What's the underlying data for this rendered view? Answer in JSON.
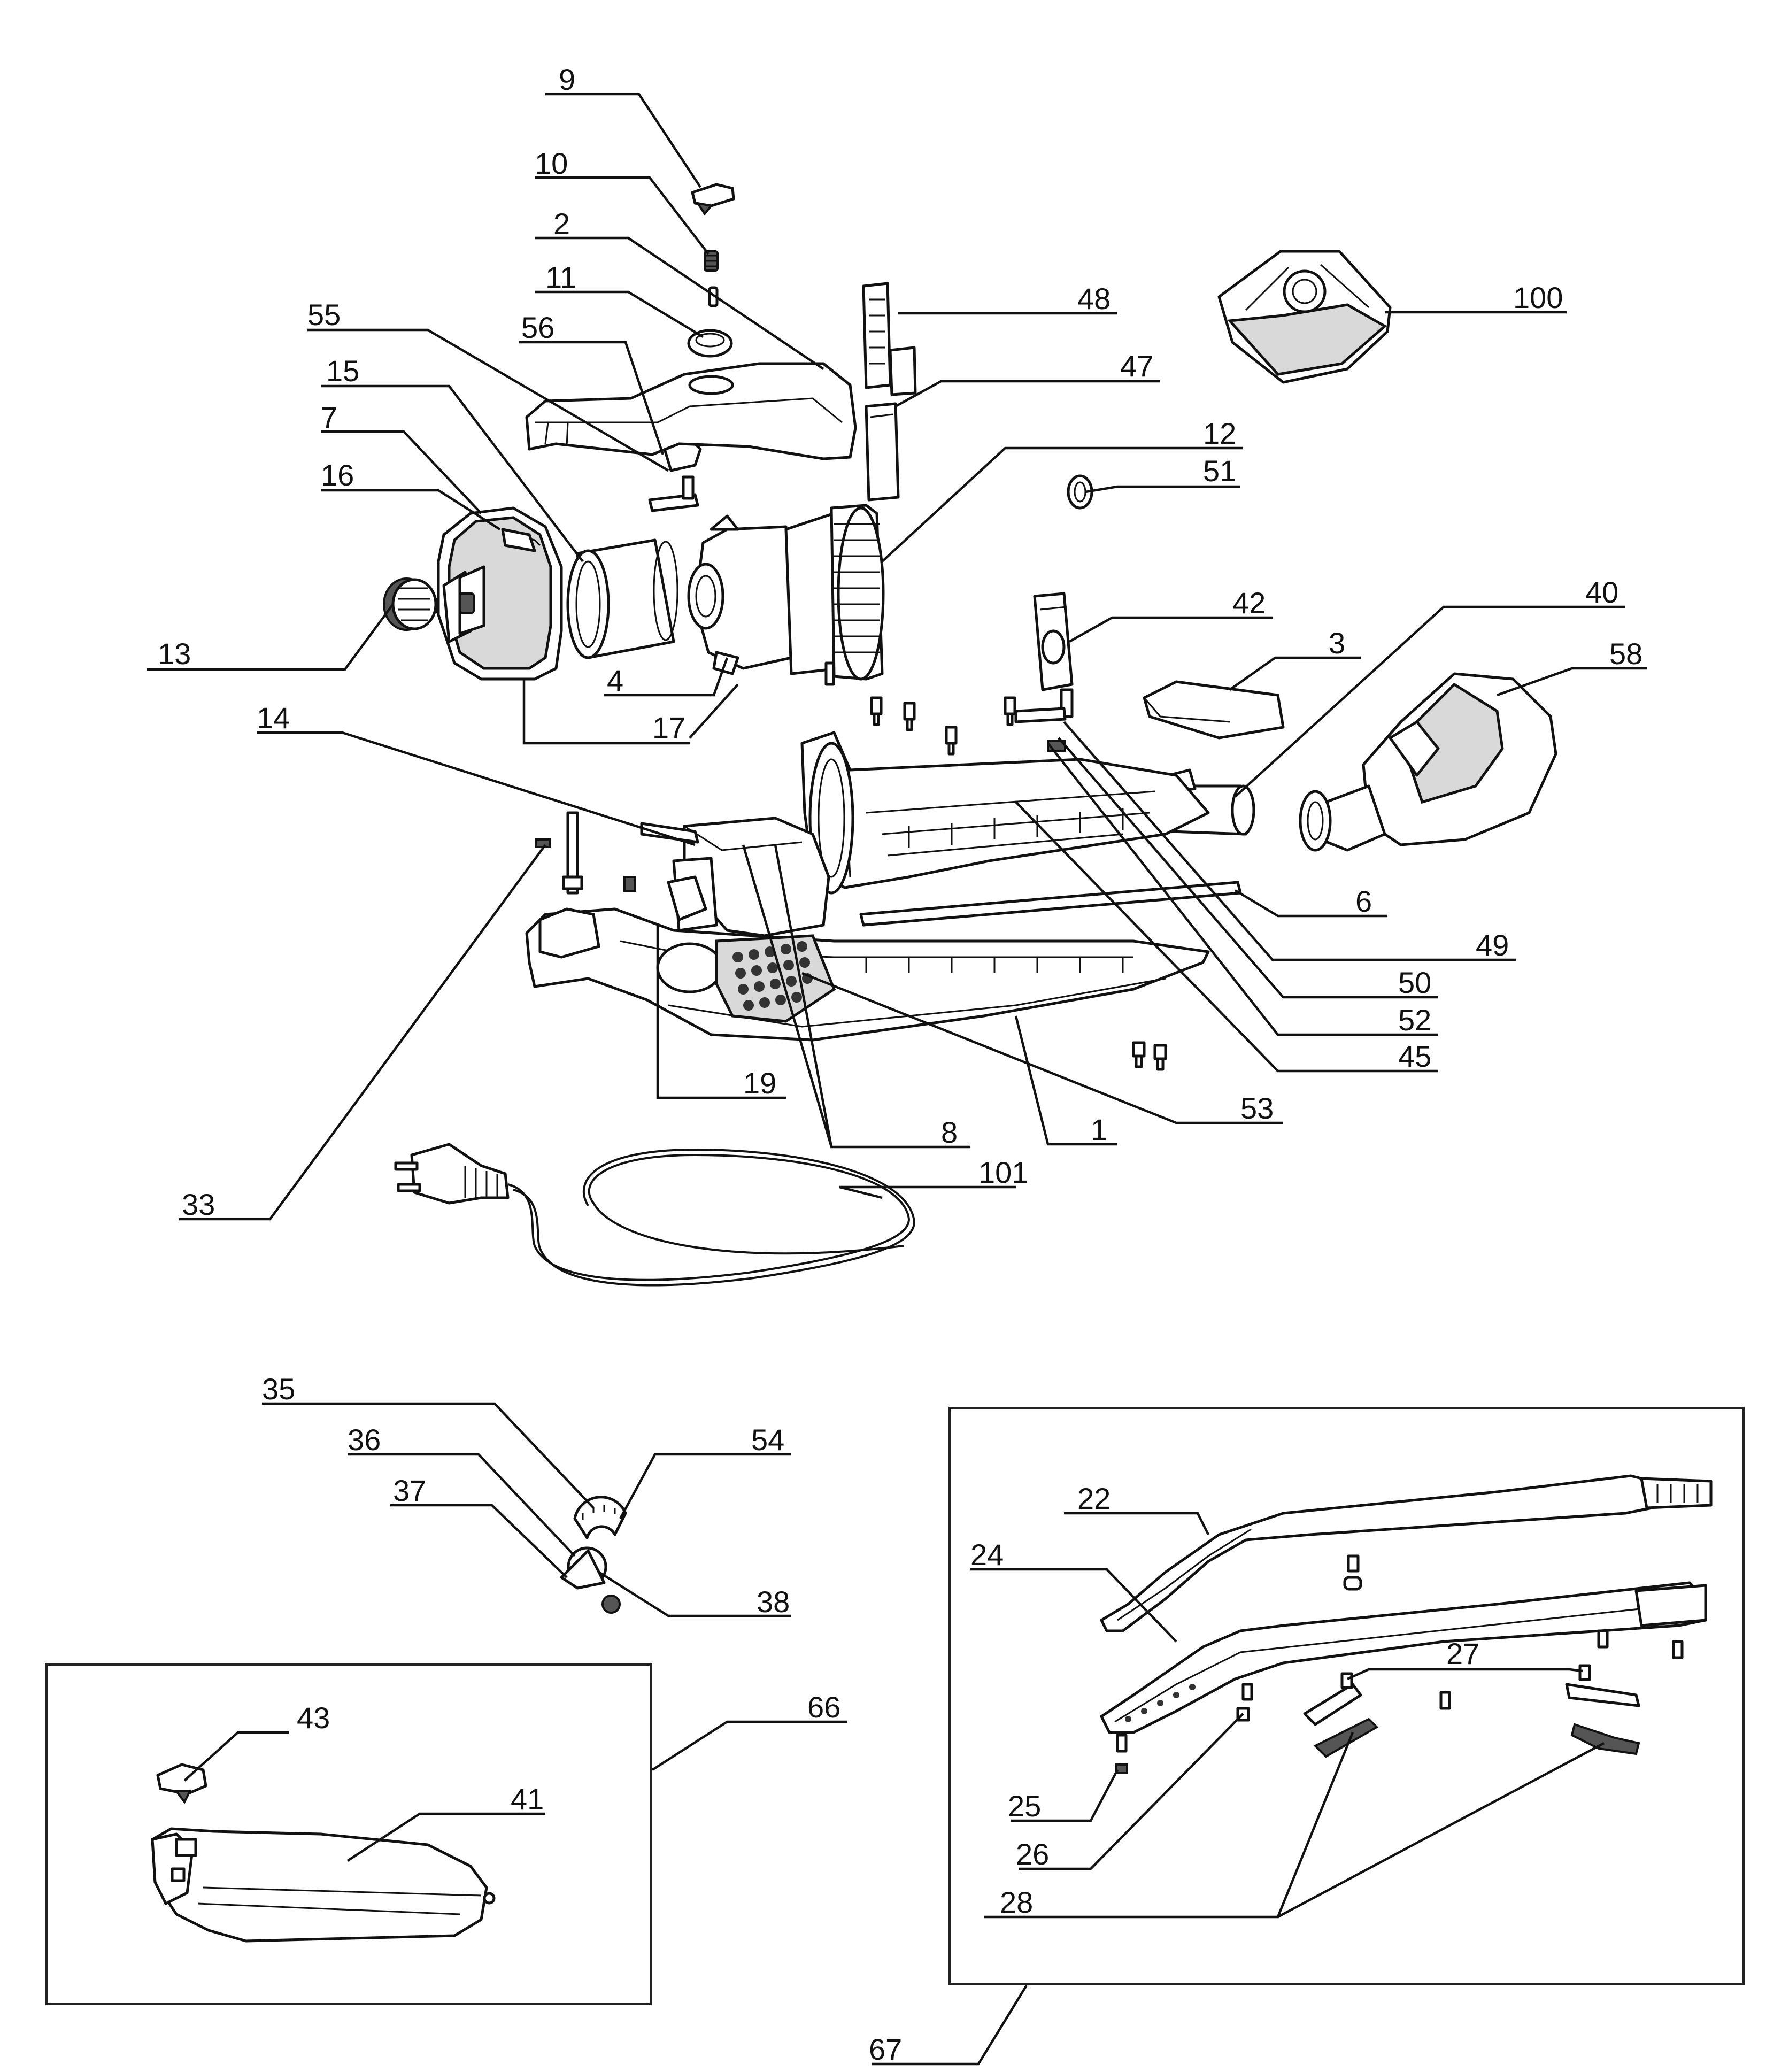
{
  "callouts": {
    "c1": "1",
    "c2": "2",
    "c3": "3",
    "c4": "4",
    "c6": "6",
    "c7": "7",
    "c8": "8",
    "c9": "9",
    "c10": "10",
    "c11": "11",
    "c12": "12",
    "c13": "13",
    "c14": "14",
    "c15": "15",
    "c16": "16",
    "c17": "17",
    "c19": "19",
    "c22": "22",
    "c24": "24",
    "c25": "25",
    "c26": "26",
    "c27": "27",
    "c28": "28",
    "c33": "33",
    "c35": "35",
    "c36": "36",
    "c37": "37",
    "c38": "38",
    "c40": "40",
    "c41": "41",
    "c42": "42",
    "c43": "43",
    "c45": "45",
    "c47": "47",
    "c48": "48",
    "c49": "49",
    "c50": "50",
    "c51": "51",
    "c52": "52",
    "c53": "53",
    "c54": "54",
    "c55": "55",
    "c56": "56",
    "c58": "58",
    "c66": "66",
    "c67": "67",
    "c100": "100",
    "c101": "101"
  }
}
